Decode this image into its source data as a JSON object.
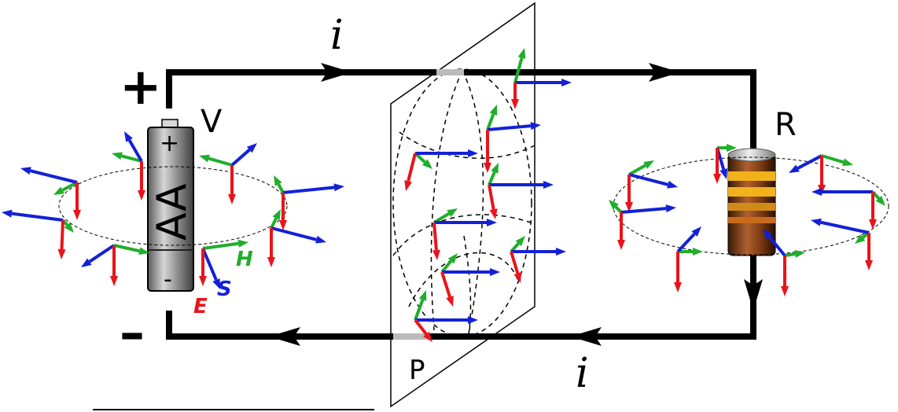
{
  "labels": {
    "current_top": "i",
    "current_bottom": "i",
    "plus_sign": "+",
    "minus_sign": "–",
    "battery_name": "AA",
    "battery_plus": "+",
    "battery_minus": "-",
    "voltage": "V",
    "resistor": "R",
    "plane": "P",
    "field_h": "H",
    "field_s": "S",
    "field_e": "E"
  },
  "colors": {
    "wire": "#000000",
    "electric_field": "#e8141b",
    "magnetic_field": "#1fae2a",
    "poynting_vector": "#1321d6",
    "battery_body": "#8a8a8a",
    "resistor_body": "#7a3a10",
    "resistor_band": "#f0b020"
  }
}
